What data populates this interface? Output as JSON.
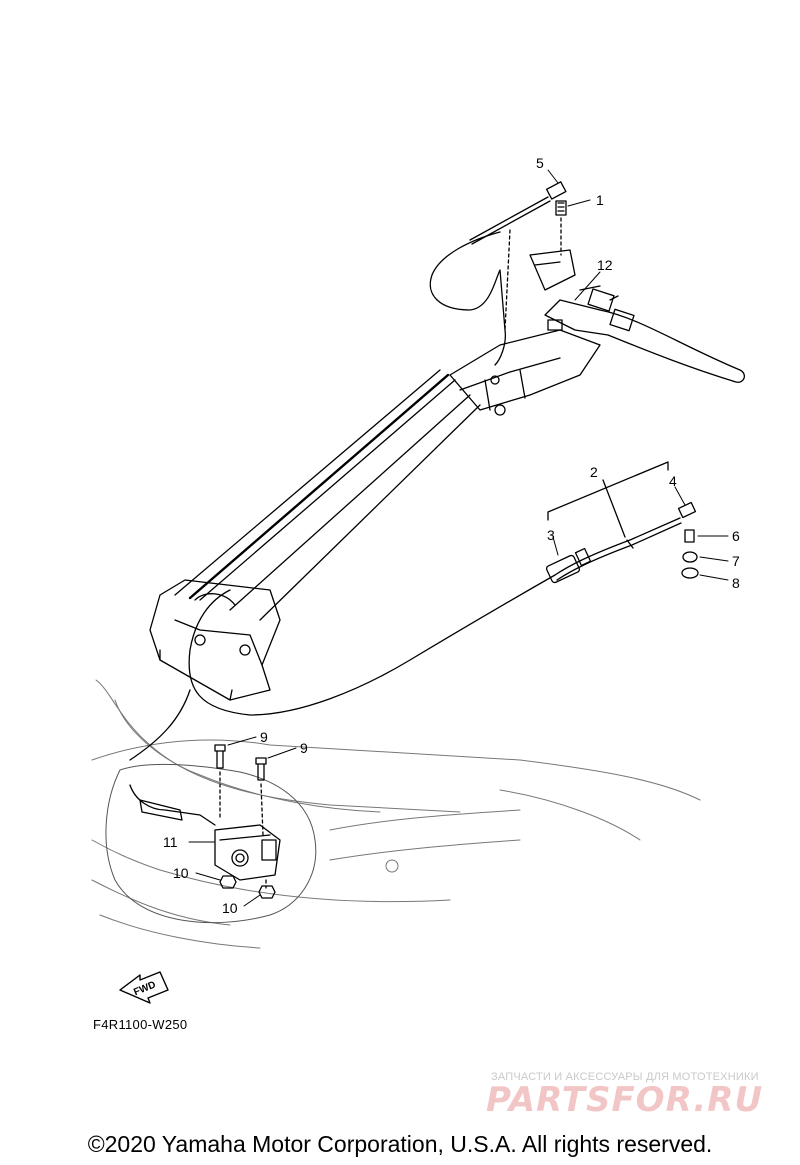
{
  "diagram": {
    "parts": [
      {
        "id": "part-1",
        "label": "1"
      },
      {
        "id": "part-2",
        "label": "2"
      },
      {
        "id": "part-3",
        "label": "3"
      },
      {
        "id": "part-4",
        "label": "4"
      },
      {
        "id": "part-5",
        "label": "5"
      },
      {
        "id": "part-6",
        "label": "6"
      },
      {
        "id": "part-7",
        "label": "7"
      },
      {
        "id": "part-8",
        "label": "8"
      },
      {
        "id": "part-9a",
        "label": "9"
      },
      {
        "id": "part-9b",
        "label": "9"
      },
      {
        "id": "part-10a",
        "label": "10"
      },
      {
        "id": "part-10b",
        "label": "10"
      },
      {
        "id": "part-11",
        "label": "11"
      },
      {
        "id": "part-12",
        "label": "12"
      }
    ],
    "fwd_label": "FWD",
    "drawing_code": "F4R1100-W250"
  },
  "watermark": {
    "tagline": "ЗАПЧАСТИ И АКСЕССУАРЫ ДЛЯ МОТОТЕХНИКИ",
    "logo": "PARTSFOR.RU",
    "logo_color": "#f2c6c6"
  },
  "footer": {
    "copyright": "©2020 Yamaha Motor Corporation, U.S.A. All rights reserved."
  },
  "colors": {
    "line": "#000000",
    "background": "#ffffff",
    "hull_line": "#888888"
  }
}
